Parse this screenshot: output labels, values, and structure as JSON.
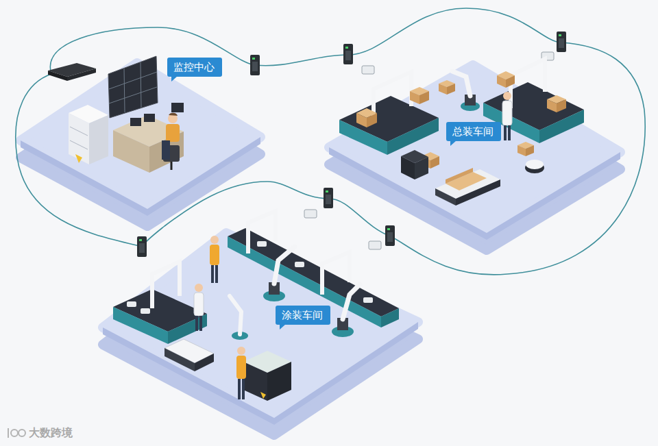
{
  "diagram": {
    "nodes": [
      {
        "text": [
          "监控中心"
        ]
      },
      {
        "text": [
          "总装车间"
        ]
      },
      {
        "text": [
          "涂装车间"
        ]
      }
    ],
    "labels": [
      "大数跨境"
    ]
  }
}
